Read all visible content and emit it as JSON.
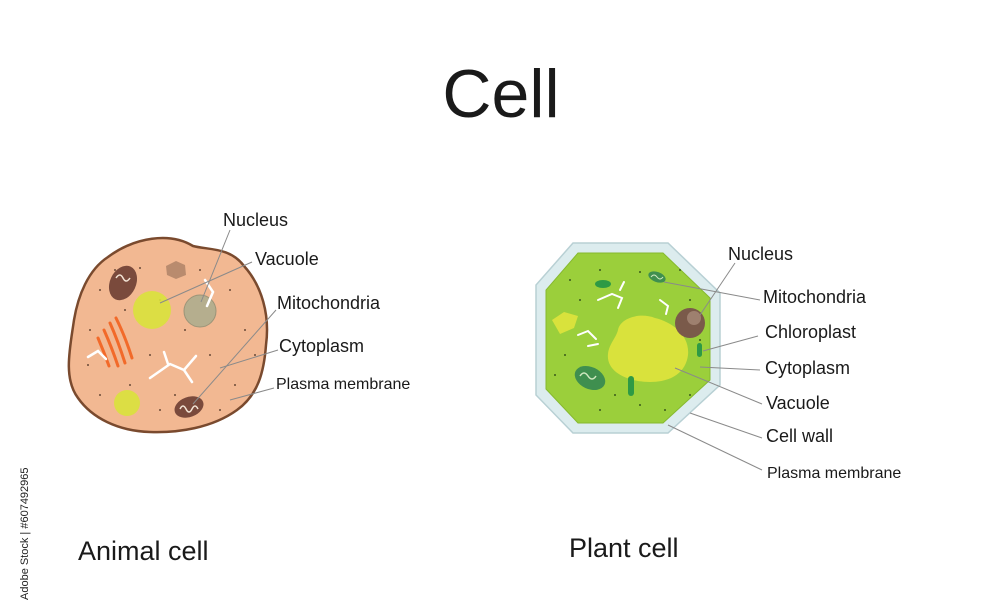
{
  "title": "Cell",
  "animal": {
    "caption": "Animal cell",
    "labels": {
      "nucleus": "Nucleus",
      "vacuole": "Vacuole",
      "mitochondria": "Mitochondria",
      "cytoplasm": "Cytoplasm",
      "plasma_membrane": "Plasma membrane"
    }
  },
  "plant": {
    "caption": "Plant cell",
    "labels": {
      "nucleus": "Nucleus",
      "mitochondria": "Mitochondria",
      "chloroplast": "Chloroplast",
      "cytoplasm": "Cytoplasm",
      "vacuole": "Vacuole",
      "cell_wall": "Cell wall",
      "plasma_membrane": "Plasma membrane"
    }
  },
  "watermark": "Adobe Stock | #607492965",
  "colors": {
    "animal_cytoplasm": "#f2b892",
    "animal_membrane": "#7a4a2e",
    "plant_wall": "#dcecee",
    "plant_cytoplasm": "#9bcf3b",
    "plant_vacuole": "#d9e23c",
    "er_orange": "#f26a2a",
    "mito_dark": "#7a4a3c",
    "chloroplast": "#3f8f4f"
  }
}
